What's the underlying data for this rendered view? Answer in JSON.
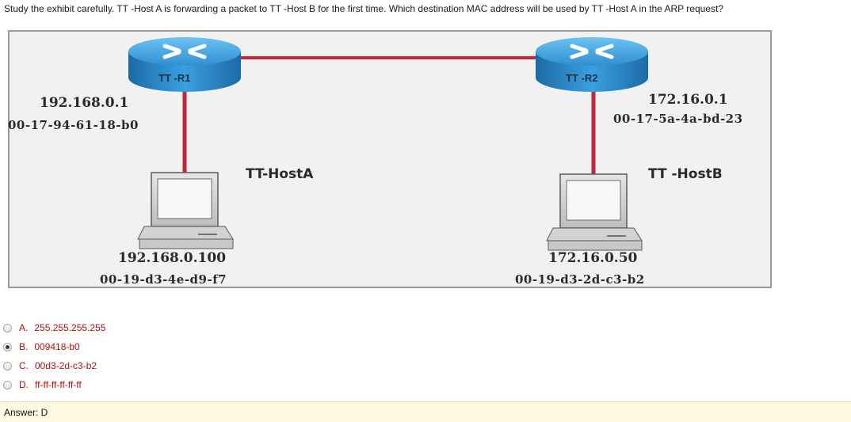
{
  "question": "Study the exhibit carefully. TT -Host A is forwarding a packet to TT -Host B for the first time. Which destination MAC address will be used by TT -Host A in the ARP request?",
  "exhibit": {
    "router1": {
      "label": "TT -R1",
      "ip": "192.168.0.1",
      "mac": "00-17-94-61-18-b0"
    },
    "router2": {
      "label": "TT -R2",
      "ip": "172.16.0.1",
      "mac": "00-17-5a-4a-bd-23"
    },
    "hostA": {
      "label": "TT-HostA",
      "ip": "192.168.0.100",
      "mac": "00-19-d3-4e-d9-f7"
    },
    "hostB": {
      "label": "TT -HostB",
      "ip": "172.16.0.50",
      "mac": "00-19-d3-2d-c3-b2"
    },
    "link_color": "#c0283c",
    "router_color": "#2f8fd0"
  },
  "options": [
    {
      "letter": "A.",
      "text": "255.255.255.255",
      "selected": false
    },
    {
      "letter": "B.",
      "text": "009418-b0",
      "selected": true
    },
    {
      "letter": "C.",
      "text": "00d3-2d-c3-b2",
      "selected": false
    },
    {
      "letter": "D.",
      "text": "ff-ff-ff-ff-ff-ff",
      "selected": false
    }
  ],
  "answer": "Answer: D"
}
